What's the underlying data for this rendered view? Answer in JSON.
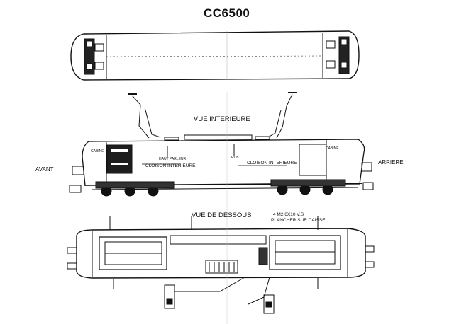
{
  "title": "CC6500",
  "views": {
    "interior_title": "VUE INTERIEURE",
    "underside_title": "VUE DE DESSOUS"
  },
  "directions": {
    "front": "AVANT",
    "rear": "ARRIERE"
  },
  "interior_labels": {
    "cab_left": "CABINE",
    "cab_right": "CABINE",
    "loudspeaker": "HAUT PARLEUR",
    "bulkhead_left": "CLOISON INTERIEURE",
    "bulkhead_right": "CLOISON INTERIEURE",
    "rcb": "RCB"
  },
  "underside_labels": {
    "screws": "4 M2.6X10 V.S",
    "floor": "PLANCHER SUR CAISSE"
  }
}
